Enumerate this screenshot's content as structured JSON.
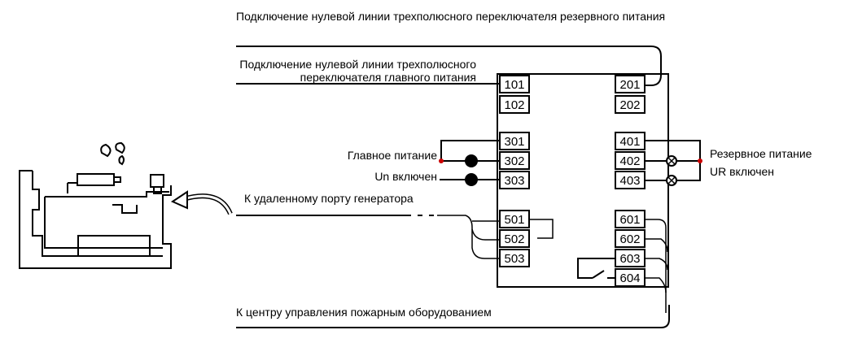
{
  "labels": {
    "backup_neutral": "Подключение нулевой линии трехполюсного переключателя резервного питания",
    "main_neutral_line1": "Подключение нулевой линии трехполюсного",
    "main_neutral_line2": "переключателя главного питания",
    "main_power": "Главное питание",
    "un_on": "Un включен",
    "generator_port": "К удаленному порту генератора",
    "backup_power": "Резервное питание",
    "ur_on": "UR включен",
    "fire_center": "К центру управления пожарным оборудованием"
  },
  "terminals": {
    "left": [
      "101",
      "102",
      "301",
      "302",
      "303",
      "501",
      "502",
      "503"
    ],
    "right": [
      "201",
      "202",
      "401",
      "402",
      "403",
      "601",
      "602",
      "603",
      "604"
    ]
  },
  "colors": {
    "line": "#000000",
    "junction_dot": "#cc0000"
  }
}
